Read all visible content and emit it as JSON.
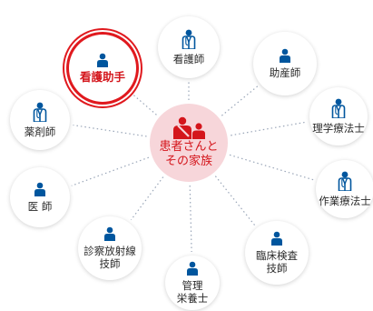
{
  "colors": {
    "icon_blue": "#00569e",
    "accent_red": "#d4161c",
    "center_fill": "#f7d6da",
    "connector": "#9aa6b8"
  },
  "center": {
    "icon": "patient-family-icon",
    "line1": "患者さんと",
    "line2": "その家族"
  },
  "roles": [
    {
      "id": "nurse",
      "line1": "看護師",
      "line2": "",
      "icon": "coat-person-icon",
      "highlight": false
    },
    {
      "id": "midwife",
      "line1": "助産師",
      "line2": "",
      "icon": "person-icon",
      "highlight": false
    },
    {
      "id": "physical-therapist",
      "line1": "理学療法士",
      "line2": "",
      "icon": "coat-person-icon",
      "highlight": false
    },
    {
      "id": "occupational-therapist",
      "line1": "作業療法士",
      "line2": "",
      "icon": "coat-person-icon",
      "highlight": false
    },
    {
      "id": "lab-technician",
      "line1": "臨床検査",
      "line2": "技師",
      "icon": "person-icon",
      "highlight": false
    },
    {
      "id": "dietitian",
      "line1": "管理",
      "line2": "栄養士",
      "icon": "person-icon",
      "highlight": false
    },
    {
      "id": "radiology-technician",
      "line1": "診察放射線",
      "line2": "技師",
      "icon": "person-icon",
      "highlight": false
    },
    {
      "id": "doctor",
      "line1": "医 師",
      "line2": "",
      "icon": "person-icon",
      "highlight": false
    },
    {
      "id": "pharmacist",
      "line1": "薬剤師",
      "line2": "",
      "icon": "coat-person-icon",
      "highlight": false
    },
    {
      "id": "nursing-assistant",
      "line1": "看護助手",
      "line2": "",
      "icon": "person-icon",
      "highlight": true
    }
  ]
}
